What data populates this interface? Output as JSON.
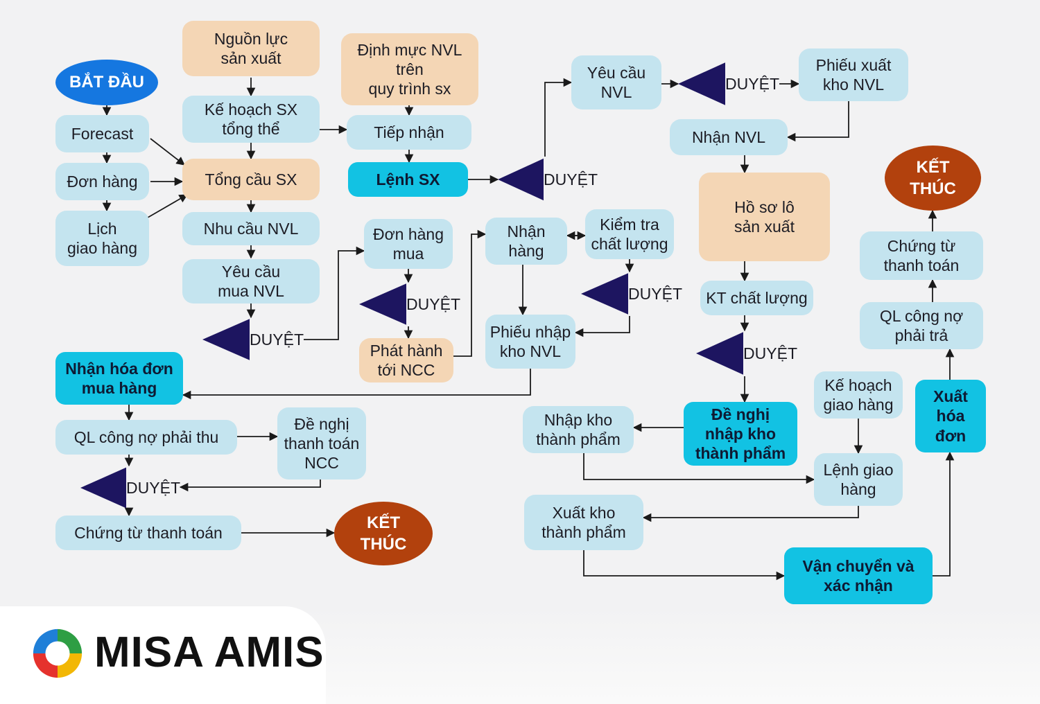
{
  "colors": {
    "process": "#c4e4ef",
    "resource": "#f4d6b5",
    "key": "#12c2e3",
    "decision": "#1d1560",
    "start": "#1577e0",
    "end": "#b2410d",
    "arrow": "#1a1a1a"
  },
  "brand": {
    "name": "MISA AMIS"
  },
  "nodes": [
    {
      "id": "start",
      "kind": "start",
      "label": "BẮT ĐẦU"
    },
    {
      "id": "forecast",
      "kind": "process",
      "label": "Forecast"
    },
    {
      "id": "don_hang",
      "kind": "process",
      "label": "Đơn hàng"
    },
    {
      "id": "lich_giao",
      "kind": "process",
      "label": "Lịch\ngiao hàng"
    },
    {
      "id": "nguon_luc",
      "kind": "resource",
      "label": "Nguồn lực\nsản xuất"
    },
    {
      "id": "ke_hoach",
      "kind": "process",
      "label": "Kế hoạch SX\ntổng thể"
    },
    {
      "id": "tong_cau",
      "kind": "resource",
      "label": "Tổng cầu SX"
    },
    {
      "id": "nhu_cau_nvl",
      "kind": "process",
      "label": "Nhu cầu NVL"
    },
    {
      "id": "yc_mua_nvl",
      "kind": "process",
      "label": "Yêu cầu\nmua NVL"
    },
    {
      "id": "duyet_mua",
      "kind": "decision",
      "label": "DUYỆT"
    },
    {
      "id": "dinh_muc",
      "kind": "resource",
      "label": "Định mực NVL\ntrên\nquy trình sx"
    },
    {
      "id": "tiep_nhan",
      "kind": "process",
      "label": "Tiếp nhận"
    },
    {
      "id": "lenh_sx",
      "kind": "key",
      "label": "Lệnh SX"
    },
    {
      "id": "duyet_lenh",
      "kind": "decision",
      "label": "DUYỆT"
    },
    {
      "id": "don_hang_mua",
      "kind": "process",
      "label": "Đơn hàng\nmua"
    },
    {
      "id": "duyet_dhm",
      "kind": "decision",
      "label": "DUYỆT"
    },
    {
      "id": "phat_hanh",
      "kind": "resource",
      "label": "Phát hành\ntới NCC"
    },
    {
      "id": "nhan_hang",
      "kind": "process",
      "label": "Nhận\nhàng"
    },
    {
      "id": "kiem_tra",
      "kind": "process",
      "label": "Kiểm tra\nchất lượng"
    },
    {
      "id": "duyet_kt",
      "kind": "decision",
      "label": "DUYỆT"
    },
    {
      "id": "phieu_nhap",
      "kind": "process",
      "label": "Phiếu nhập\nkho NVL"
    },
    {
      "id": "nhan_hoa_don",
      "kind": "key",
      "label": "Nhận hóa đơn\nmua hàng"
    },
    {
      "id": "ql_phai_thu",
      "kind": "process",
      "label": "QL công nợ phải thu"
    },
    {
      "id": "de_nghi_tt",
      "kind": "process",
      "label": "Đề nghị\nthanh toán\nNCC"
    },
    {
      "id": "duyet_tt",
      "kind": "decision",
      "label": "DUYỆT"
    },
    {
      "id": "chung_tu_tt",
      "kind": "process",
      "label": "Chứng từ thanh toán"
    },
    {
      "id": "ket_thuc_1",
      "kind": "end",
      "label": "KẾT\nTHÚC"
    },
    {
      "id": "yc_nvl",
      "kind": "process",
      "label": "Yêu cầu\nNVL"
    },
    {
      "id": "duyet_nvl",
      "kind": "decision",
      "label": "DUYỆT"
    },
    {
      "id": "phieu_xuat",
      "kind": "process",
      "label": "Phiếu xuất\nkho NVL"
    },
    {
      "id": "nhan_nvl",
      "kind": "process",
      "label": "Nhận NVL"
    },
    {
      "id": "ho_so_lo",
      "kind": "resource",
      "label": "Hồ sơ lô\nsản xuất"
    },
    {
      "id": "kt_chat_luong",
      "kind": "process",
      "label": "KT chất lượng"
    },
    {
      "id": "duyet_ktcl",
      "kind": "decision",
      "label": "DUYỆT"
    },
    {
      "id": "de_nghi_nhap",
      "kind": "key",
      "label": "Đề nghị\nnhập kho\nthành phẩm"
    },
    {
      "id": "nhap_kho_tp",
      "kind": "process",
      "label": "Nhập kho\nthành phẩm"
    },
    {
      "id": "ke_hoach_gh",
      "kind": "process",
      "label": "Kế hoạch\ngiao hàng"
    },
    {
      "id": "lenh_gh",
      "kind": "process",
      "label": "Lệnh giao\nhàng"
    },
    {
      "id": "xuat_kho_tp",
      "kind": "process",
      "label": "Xuất kho\nthành phẩm"
    },
    {
      "id": "van_chuyen",
      "kind": "key",
      "label": "Vận chuyển và\nxác nhận"
    },
    {
      "id": "xuat_hoa_don",
      "kind": "key",
      "label": "Xuất\nhóa\nđơn"
    },
    {
      "id": "ql_phai_tra",
      "kind": "process",
      "label": "QL công nợ\nphải trả"
    },
    {
      "id": "chung_tu_tt2",
      "kind": "process",
      "label": "Chứng từ\nthanh toán"
    },
    {
      "id": "ket_thuc_2",
      "kind": "end",
      "label": "KẾT\nTHÚC"
    }
  ],
  "edges": [
    {
      "from": "start",
      "to": "forecast"
    },
    {
      "from": "forecast",
      "to": "don_hang"
    },
    {
      "from": "don_hang",
      "to": "lich_giao"
    },
    {
      "from": "forecast",
      "to": "tong_cau"
    },
    {
      "from": "don_hang",
      "to": "tong_cau"
    },
    {
      "from": "lich_giao",
      "to": "tong_cau"
    },
    {
      "from": "nguon_luc",
      "to": "ke_hoach"
    },
    {
      "from": "ke_hoach",
      "to": "tong_cau"
    },
    {
      "from": "ke_hoach",
      "to": "tiep_nhan"
    },
    {
      "from": "tong_cau",
      "to": "nhu_cau_nvl"
    },
    {
      "from": "nhu_cau_nvl",
      "to": "yc_mua_nvl"
    },
    {
      "from": "yc_mua_nvl",
      "to": "duyet_mua"
    },
    {
      "from": "duyet_mua",
      "to": "don_hang_mua"
    },
    {
      "from": "dinh_muc",
      "to": "tiep_nhan"
    },
    {
      "from": "tiep_nhan",
      "to": "lenh_sx"
    },
    {
      "from": "lenh_sx",
      "to": "duyet_lenh"
    },
    {
      "from": "duyet_lenh",
      "to": "yc_nvl"
    },
    {
      "from": "don_hang_mua",
      "to": "duyet_dhm"
    },
    {
      "from": "duyet_dhm",
      "to": "phat_hanh"
    },
    {
      "from": "phat_hanh",
      "to": "nhan_hang"
    },
    {
      "from": "nhan_hang",
      "to": "kiem_tra"
    },
    {
      "from": "kiem_tra",
      "to": "nhan_hang"
    },
    {
      "from": "kiem_tra",
      "to": "duyet_kt"
    },
    {
      "from": "nhan_hang",
      "to": "phieu_nhap"
    },
    {
      "from": "duyet_kt",
      "to": "phieu_nhap"
    },
    {
      "from": "phieu_nhap",
      "to": "nhan_hoa_don"
    },
    {
      "from": "nhan_hoa_don",
      "to": "ql_phai_thu"
    },
    {
      "from": "ql_phai_thu",
      "to": "de_nghi_tt"
    },
    {
      "from": "ql_phai_thu",
      "to": "duyet_tt"
    },
    {
      "from": "de_nghi_tt",
      "to": "duyet_tt"
    },
    {
      "from": "duyet_tt",
      "to": "chung_tu_tt"
    },
    {
      "from": "chung_tu_tt",
      "to": "ket_thuc_1"
    },
    {
      "from": "yc_nvl",
      "to": "duyet_nvl"
    },
    {
      "from": "duyet_nvl",
      "to": "phieu_xuat"
    },
    {
      "from": "phieu_xuat",
      "to": "nhan_nvl"
    },
    {
      "from": "nhan_nvl",
      "to": "ho_so_lo"
    },
    {
      "from": "ho_so_lo",
      "to": "kt_chat_luong"
    },
    {
      "from": "kt_chat_luong",
      "to": "duyet_ktcl"
    },
    {
      "from": "duyet_ktcl",
      "to": "de_nghi_nhap"
    },
    {
      "from": "de_nghi_nhap",
      "to": "nhap_kho_tp"
    },
    {
      "from": "nhap_kho_tp",
      "to": "lenh_gh"
    },
    {
      "from": "ke_hoach_gh",
      "to": "lenh_gh"
    },
    {
      "from": "lenh_gh",
      "to": "xuat_kho_tp"
    },
    {
      "from": "xuat_kho_tp",
      "to": "van_chuyen"
    },
    {
      "from": "van_chuyen",
      "to": "xuat_hoa_don"
    },
    {
      "from": "xuat_hoa_don",
      "to": "ql_phai_tra"
    },
    {
      "from": "ql_phai_tra",
      "to": "chung_tu_tt2"
    },
    {
      "from": "chung_tu_tt2",
      "to": "ket_thuc_2"
    }
  ]
}
